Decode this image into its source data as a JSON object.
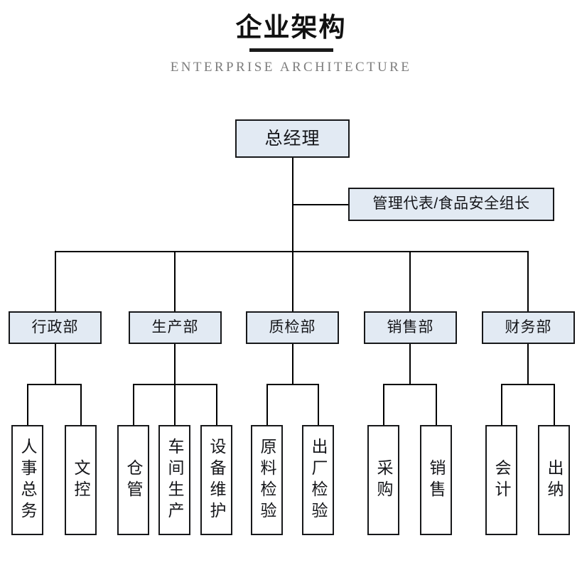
{
  "header": {
    "title_cn": "企业架构",
    "title_en": "ENTERPRISE ARCHITECTURE"
  },
  "colors": {
    "box_fill": "#e2eaf3",
    "box_border": "#17181a",
    "line": "#000000",
    "title": "#111111",
    "subtitle": "#7d7d7d",
    "leaf_fill": "#ffffff"
  },
  "chart_data": {
    "type": "diagram",
    "diagram_type": "org-chart",
    "title": "企业架构",
    "subtitle": "ENTERPRISE ARCHITECTURE",
    "root": {
      "label": "总经理",
      "staff": {
        "label": "管理代表/食品安全组长"
      },
      "children": [
        {
          "label": "行政部",
          "children": [
            {
              "label": "人事总务"
            },
            {
              "label": "文控"
            }
          ]
        },
        {
          "label": "生产部",
          "children": [
            {
              "label": "仓管"
            },
            {
              "label": "车间生产"
            },
            {
              "label": "设备维护"
            }
          ]
        },
        {
          "label": "质检部",
          "children": [
            {
              "label": "原料检验"
            },
            {
              "label": "出厂检验"
            }
          ]
        },
        {
          "label": "销售部",
          "children": [
            {
              "label": "采购"
            },
            {
              "label": "销售"
            }
          ]
        },
        {
          "label": "财务部",
          "children": [
            {
              "label": "会计"
            },
            {
              "label": "出纳"
            }
          ]
        }
      ]
    }
  },
  "nodes": {
    "root": "总经理",
    "staff": "管理代表/食品安全组长",
    "dept_admin": "行政部",
    "dept_production": "生产部",
    "dept_qc": "质检部",
    "dept_sales": "销售部",
    "dept_finance": "财务部",
    "leaf_hr": "人事总务",
    "leaf_doc": "文控",
    "leaf_warehouse": "仓管",
    "leaf_workshop": "车间生产",
    "leaf_maintenance": "设备维护",
    "leaf_raw_inspect": "原料检验",
    "leaf_final_inspect": "出厂检验",
    "leaf_purchase": "采购",
    "leaf_sales": "销售",
    "leaf_accounting": "会计",
    "leaf_cashier": "出纳"
  }
}
